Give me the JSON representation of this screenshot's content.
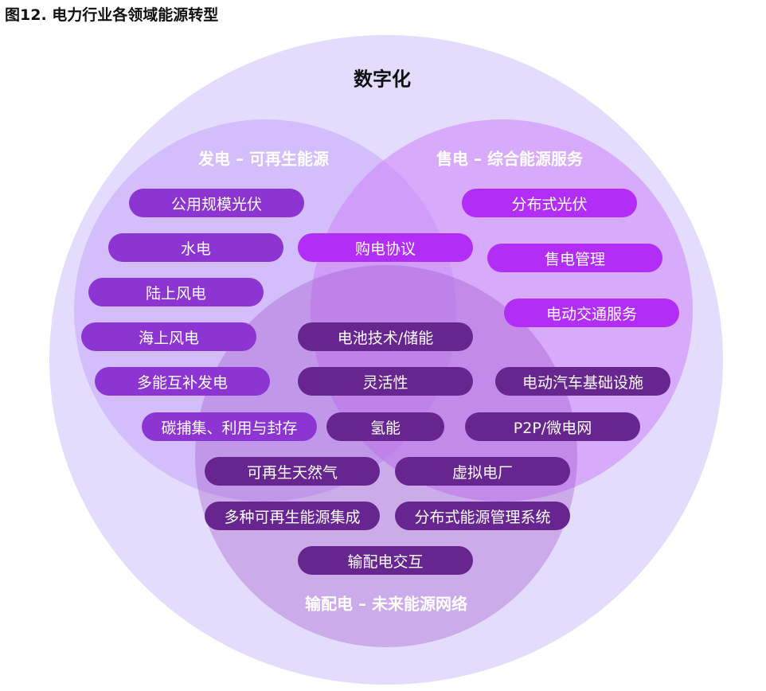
{
  "title": "图12. 电力行业各领域能源转型",
  "outer_label": "数字化",
  "sections": {
    "generation": "发电 – 可再生能源",
    "retail": "售电 – 综合能源服务",
    "grid": "输配电 – 未来能源网络"
  },
  "colors": {
    "generation": "#8c35d2",
    "retail": "#b22ef7",
    "grid": "#66258f"
  },
  "items": [
    {
      "label": "公用规模光伏",
      "group": "generation"
    },
    {
      "label": "水电",
      "group": "generation"
    },
    {
      "label": "陆上风电",
      "group": "generation"
    },
    {
      "label": "海上风电",
      "group": "generation"
    },
    {
      "label": "多能互补发电",
      "group": "generation"
    },
    {
      "label": "碳捕集、利用与封存",
      "group": "generation"
    },
    {
      "label": "购电协议",
      "group": "retail"
    },
    {
      "label": "分布式光伏",
      "group": "retail"
    },
    {
      "label": "售电管理",
      "group": "retail"
    },
    {
      "label": "电动交通服务",
      "group": "retail"
    },
    {
      "label": "电池技术/储能",
      "group": "grid"
    },
    {
      "label": "灵活性",
      "group": "grid"
    },
    {
      "label": "氢能",
      "group": "grid"
    },
    {
      "label": "电动汽车基础设施",
      "group": "grid"
    },
    {
      "label": "P2P/微电网",
      "group": "grid"
    },
    {
      "label": "可再生天然气",
      "group": "grid"
    },
    {
      "label": "虚拟电厂",
      "group": "grid"
    },
    {
      "label": "多种可再生能源集成",
      "group": "grid"
    },
    {
      "label": "分布式能源管理系统",
      "group": "grid"
    },
    {
      "label": "输配电交互",
      "group": "grid"
    }
  ]
}
